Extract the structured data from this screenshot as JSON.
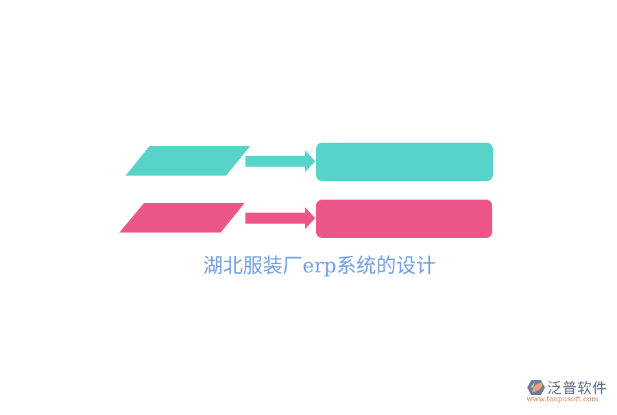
{
  "diagram": {
    "title": "湖北服装厂erp系统的设计",
    "rows": [
      {
        "name": "row-1",
        "color": "#58d3c9",
        "input_label": "",
        "output_label": ""
      },
      {
        "name": "row-2",
        "color": "#ec5587",
        "input_label": "",
        "output_label": ""
      }
    ]
  },
  "branding": {
    "name": "泛普软件",
    "url": "www.fanpusoft.com",
    "primary_color": "#5c6d8a",
    "accent_color": "#e59a6a"
  },
  "colors": {
    "title": "#6f9de3",
    "background": "#ffffff"
  }
}
